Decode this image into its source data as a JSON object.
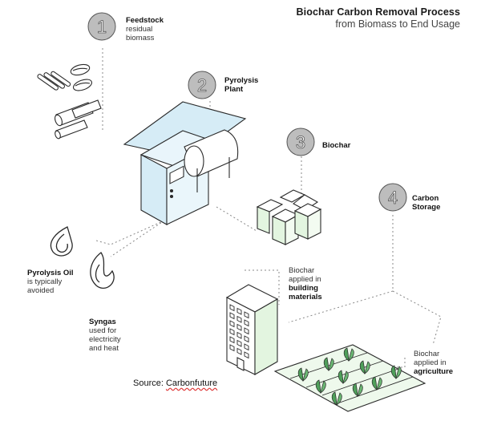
{
  "title": {
    "line1": "Biochar Carbon Removal Process",
    "line2": "from Biomass to End Usage"
  },
  "steps": [
    {
      "num": "1",
      "head": "Feedstock",
      "sub1": "residual",
      "sub2": "biomass"
    },
    {
      "num": "2",
      "head1": "Pyrolysis",
      "head2": "Plant"
    },
    {
      "num": "3",
      "head": "Biochar"
    },
    {
      "num": "4",
      "head1": "Carbon",
      "head2": "Storage"
    }
  ],
  "outputs": {
    "oil": {
      "head": "Pyrolysis Oil",
      "l1": "is typically",
      "l2": "avoided"
    },
    "syngas": {
      "head": "Syngas",
      "l1": "used for",
      "l2": "electricity",
      "l3": "and heat"
    },
    "building": {
      "l1": "Biochar",
      "l2": "applied in",
      "b1": "building",
      "b2": "materials"
    },
    "agri": {
      "l1": "Biochar",
      "l2": "applied in",
      "b1": "agriculture"
    }
  },
  "source": {
    "prefix": "Source: ",
    "name": "Carbonfuture"
  },
  "colors": {
    "accent": "#d6ecf6",
    "biochar": "#e3f5e0",
    "field": "#eef9ec",
    "leaf": "#4f9f5a",
    "badge": "#bdbdbd",
    "line": "#2a2a2a"
  }
}
